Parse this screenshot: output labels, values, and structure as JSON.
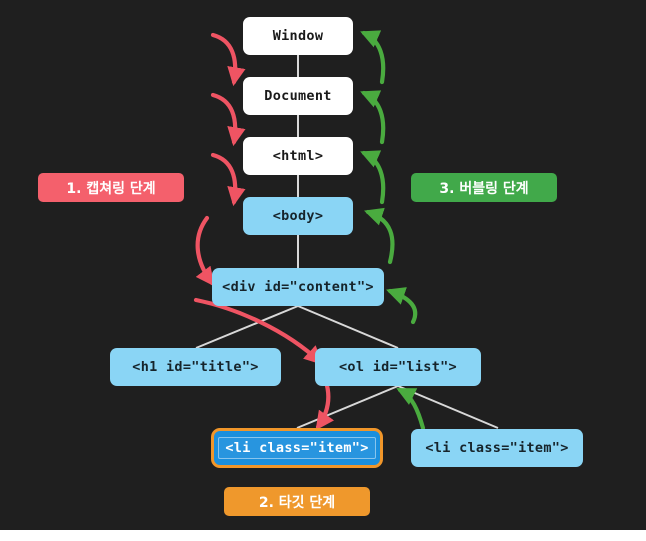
{
  "diagram": {
    "title": "DOM event propagation phases",
    "background_color": "#1f1f1f",
    "nodes": [
      {
        "id": "window",
        "label": "Window",
        "style": "white"
      },
      {
        "id": "document",
        "label": "Document",
        "style": "white"
      },
      {
        "id": "html",
        "label": "<html>",
        "style": "white"
      },
      {
        "id": "body",
        "label": "<body>",
        "style": "blue"
      },
      {
        "id": "div",
        "label": "<div id=\"content\">",
        "style": "blue"
      },
      {
        "id": "h1",
        "label": "<h1 id=\"title\">",
        "style": "blue"
      },
      {
        "id": "ol",
        "label": "<ol id=\"list\">",
        "style": "blue"
      },
      {
        "id": "li1",
        "label": "<li class=\"item\">",
        "style": "target"
      },
      {
        "id": "li2",
        "label": "<li class=\"item\">",
        "style": "blue"
      }
    ],
    "phases": [
      {
        "id": "capturing",
        "label": "1. 캡쳐링 단계",
        "color": "#f4606c"
      },
      {
        "id": "bubbling",
        "label": "3. 버블링 단계",
        "color": "#41a94a"
      },
      {
        "id": "target",
        "label": "2. 타깃 단계",
        "color": "#ef982c"
      }
    ],
    "arrow_colors": {
      "capturing": "#ef5463",
      "bubbling": "#4aab3f",
      "tree_edge": "#d8d8d8"
    }
  }
}
